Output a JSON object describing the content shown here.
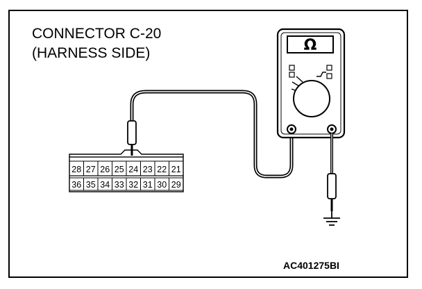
{
  "title": {
    "line1": "CONNECTOR C-20",
    "line2": "(HARNESS SIDE)"
  },
  "meter": {
    "display_symbol": "Ω"
  },
  "connector": {
    "row1": [
      "28",
      "27",
      "26",
      "25",
      "24",
      "23",
      "22",
      "21"
    ],
    "row2": [
      "36",
      "35",
      "34",
      "33",
      "32",
      "31",
      "30",
      "29"
    ]
  },
  "figure_code": "AC401275BI"
}
